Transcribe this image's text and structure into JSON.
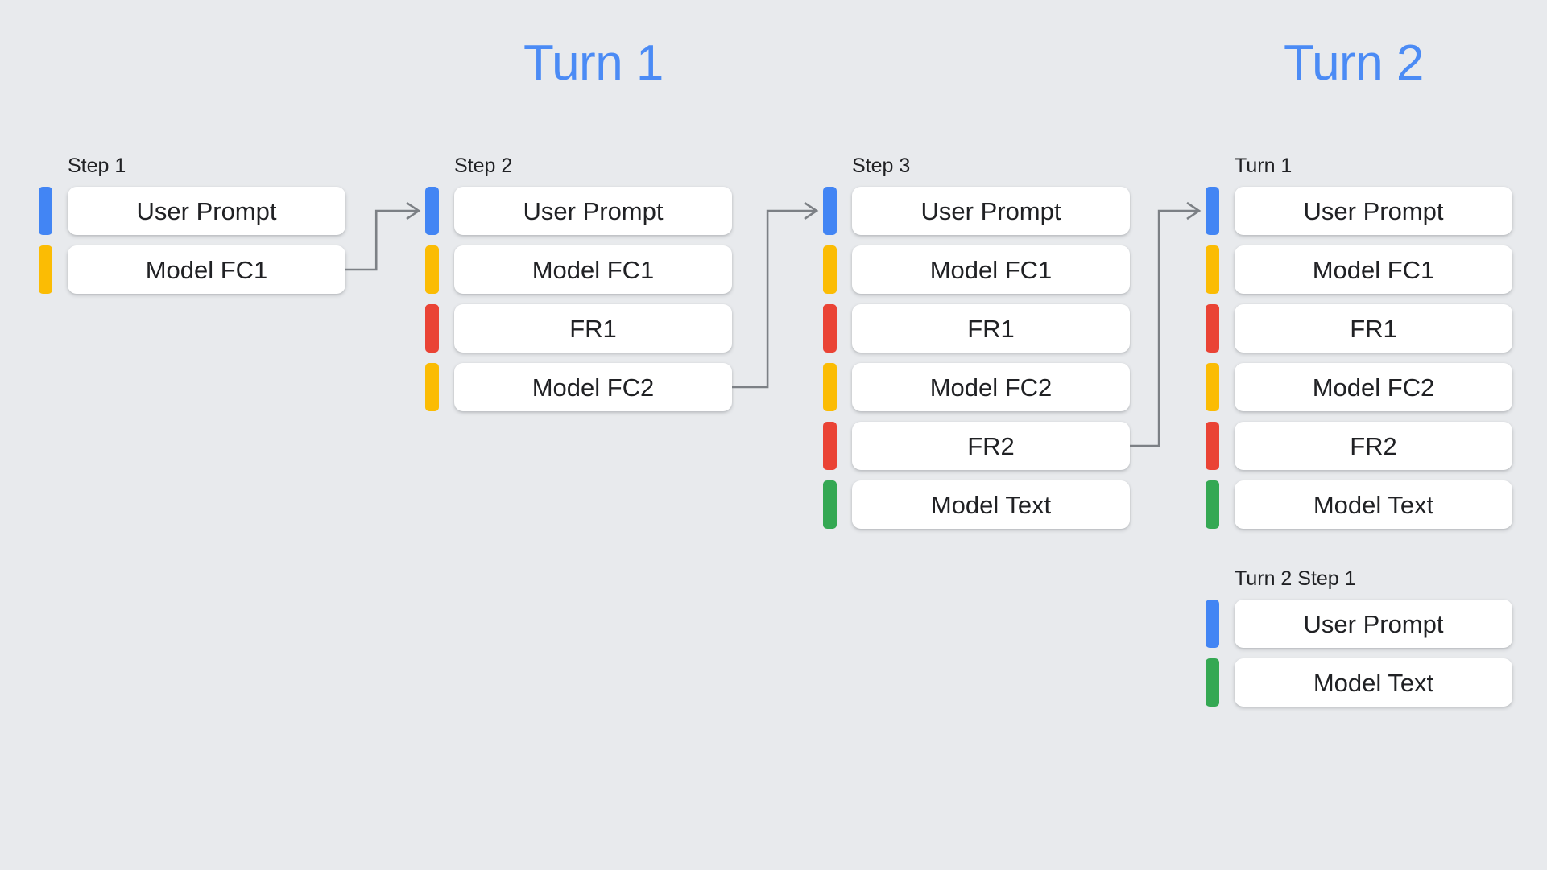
{
  "background_color": "#e8eaed",
  "palette": {
    "blue": "#4285f4",
    "yellow": "#fbbc04",
    "red": "#ea4335",
    "green": "#34a853",
    "heading_blue": "#4b8bf5",
    "text": "#202124",
    "card_bg": "#ffffff",
    "connector": "#7c8085"
  },
  "headings": [
    {
      "label": "Turn 1"
    },
    {
      "label": "Turn 2"
    }
  ],
  "columns": [
    {
      "label": "Step 1",
      "rows": [
        {
          "color": "blue",
          "label": "User Prompt"
        },
        {
          "color": "yellow",
          "label": "Model FC1"
        }
      ]
    },
    {
      "label": "Step 2",
      "rows": [
        {
          "color": "blue",
          "label": "User Prompt"
        },
        {
          "color": "yellow",
          "label": "Model FC1"
        },
        {
          "color": "red",
          "label": "FR1"
        },
        {
          "color": "yellow",
          "label": "Model FC2"
        }
      ]
    },
    {
      "label": "Step 3",
      "rows": [
        {
          "color": "blue",
          "label": "User Prompt"
        },
        {
          "color": "yellow",
          "label": "Model FC1"
        },
        {
          "color": "red",
          "label": "FR1"
        },
        {
          "color": "yellow",
          "label": "Model FC2"
        },
        {
          "color": "red",
          "label": "FR2"
        },
        {
          "color": "green",
          "label": "Model Text"
        }
      ]
    },
    {
      "label": "Turn 1",
      "rows": [
        {
          "color": "blue",
          "label": "User Prompt"
        },
        {
          "color": "yellow",
          "label": "Model FC1"
        },
        {
          "color": "red",
          "label": "FR1"
        },
        {
          "color": "yellow",
          "label": "Model FC2"
        },
        {
          "color": "red",
          "label": "FR2"
        },
        {
          "color": "green",
          "label": "Model Text"
        }
      ]
    }
  ],
  "secondary_block": {
    "label": "Turn 2 Step 1",
    "rows": [
      {
        "color": "blue",
        "label": "User Prompt"
      },
      {
        "color": "green",
        "label": "Model Text"
      }
    ]
  }
}
